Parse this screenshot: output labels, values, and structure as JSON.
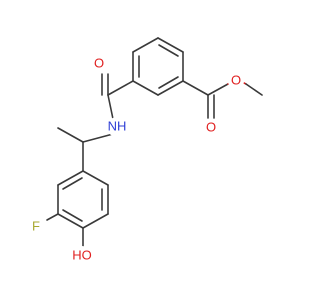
{
  "molecule": {
    "atoms": {
      "carbonyl_o_amide": "O",
      "amide_n": "NH",
      "ester_carbonyl_o": "O",
      "ester_o": "O",
      "fluorine": "F",
      "hydroxyl": "HO"
    },
    "colors": {
      "bond": "#3a3a3a",
      "oxygen": "#e02020",
      "nitrogen": "#2f3fd6",
      "fluorine": "#a8a830"
    }
  }
}
